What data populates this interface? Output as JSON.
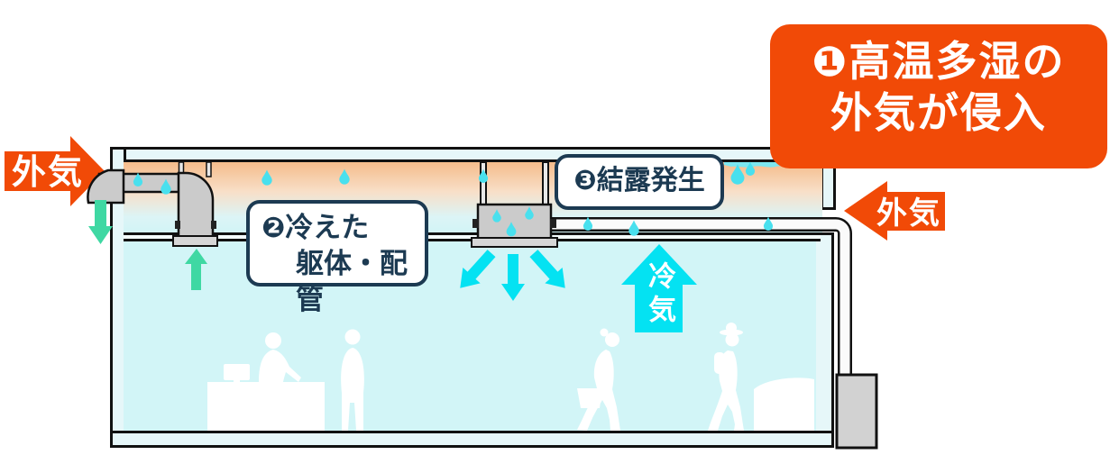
{
  "labels": {
    "step1": {
      "badge": "❶",
      "line1": "高温多湿の",
      "line2": "外気が侵入"
    },
    "step2": {
      "badge": "❷",
      "line1": "冷えた",
      "line2": "躯体・配管"
    },
    "step3": {
      "badge": "❸",
      "text": "結露発生"
    },
    "outside_air_left": "外気",
    "outside_air_right": "外気",
    "cold_air": "冷気"
  },
  "colors": {
    "accent_orange": "#F14A07",
    "callout_navy": "#1C3A52",
    "cold_air_cyan": "#04E2F2",
    "droplet_cyan": "#49E0EE",
    "exhaust_green": "#3FD8A3",
    "warm_air_peach": "#F5BC8B",
    "room_cyan": "#D2F5F7",
    "duct_gray": "#CBCBCB"
  },
  "icons": {
    "outside_air": "block-arrow",
    "cold_air": "block-arrow-up",
    "supply_air": "spread-arrows-down",
    "exhaust_air": "straight-arrow",
    "condensation": "teardrop-droplet",
    "occupants": "person-silhouette"
  }
}
